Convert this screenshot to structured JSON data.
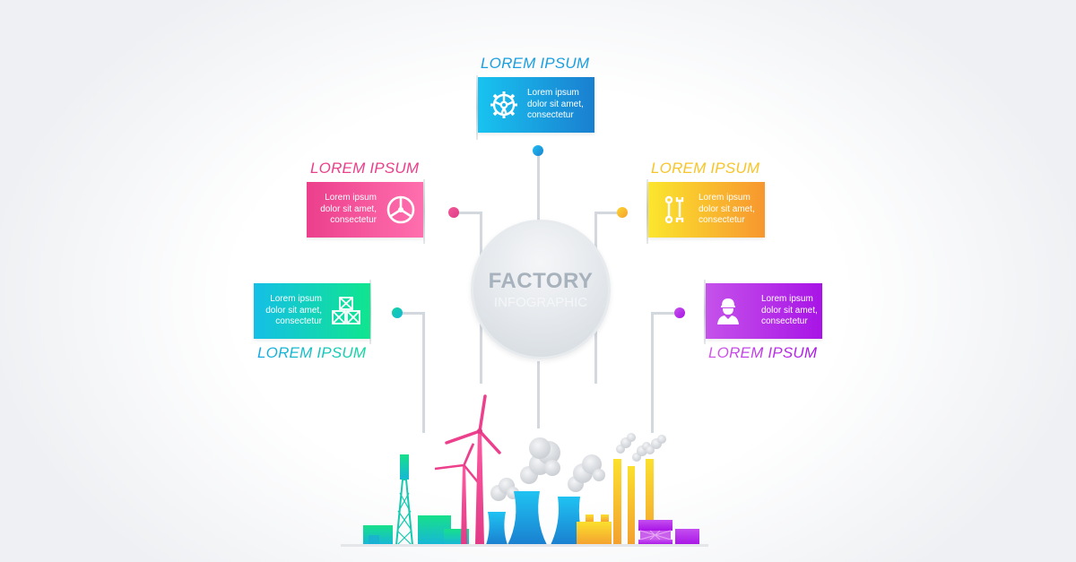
{
  "hub": {
    "title": "FACTORY",
    "subtitle": "INFOGRAPHIC"
  },
  "items": [
    {
      "id": "top",
      "title": "LOREM IPSUM",
      "text": [
        "Lorem ipsum",
        "dolor sit amet,",
        "consectetur"
      ],
      "icon": "gear-icon",
      "color_from": "#18c3f0",
      "color_to": "#1a7fd0",
      "accent": "#1a9ee0"
    },
    {
      "id": "upper-left",
      "title": "LOREM IPSUM",
      "text": [
        "Lorem ipsum",
        "dolor sit amet,",
        "consectetur"
      ],
      "icon": "steering-wheel-icon",
      "color_from": "#ec3f8c",
      "color_to": "#ff6fae",
      "accent": "#ea3f8b"
    },
    {
      "id": "upper-right",
      "title": "LOREM IPSUM",
      "text": [
        "Lorem ipsum",
        "dolor sit amet,",
        "consectetur"
      ],
      "icon": "wrenches-icon",
      "color_from": "#fbe62e",
      "color_to": "#f7962f",
      "accent": "#f7b82a"
    },
    {
      "id": "lower-left",
      "title": "LOREM IPSUM",
      "text": [
        "Lorem ipsum",
        "dolor sit amet,",
        "consectetur"
      ],
      "icon": "boxes-icon",
      "color_from": "#14bfe6",
      "color_to": "#10e58f",
      "accent": "#10c4b4"
    },
    {
      "id": "lower-right",
      "title": "LOREM IPSUM",
      "text": [
        "Lorem ipsum",
        "dolor sit amet,",
        "consectetur"
      ],
      "icon": "worker-icon",
      "color_from": "#c552ea",
      "color_to": "#a814e6",
      "accent": "#b12fe6"
    }
  ]
}
